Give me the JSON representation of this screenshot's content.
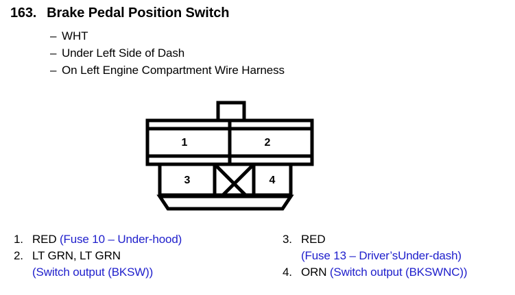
{
  "header": {
    "number": "163.",
    "title": "Brake Pedal Position Switch",
    "bullets": [
      {
        "dash": "–",
        "text": "WHT"
      },
      {
        "dash": "–",
        "text": "Under Left Side of Dash"
      },
      {
        "dash": "–",
        "text": "On Left Engine Compartment Wire Harness"
      }
    ]
  },
  "connector": {
    "name": "4-way connector diagram",
    "top_row": [
      {
        "pin": "1"
      },
      {
        "pin": "2"
      }
    ],
    "bottom_row": [
      {
        "pin": "3"
      },
      {
        "pin": "X",
        "blank": true
      },
      {
        "pin": "4"
      }
    ]
  },
  "legend": {
    "left": [
      {
        "index": "1.",
        "lines": [
          {
            "wire": "RED",
            "note": "(Fuse 10 – Under-hood)"
          }
        ]
      },
      {
        "index": "2.",
        "lines": [
          {
            "wire": "LT GRN, LT GRN",
            "note": ""
          },
          {
            "wire": "",
            "note": "(Switch output (BKSW))"
          }
        ]
      }
    ],
    "right": [
      {
        "index": "3.",
        "lines": [
          {
            "wire": "RED",
            "note": ""
          },
          {
            "wire": "",
            "note": "(Fuse 13 – Driver’sUnder-dash)"
          }
        ]
      },
      {
        "index": "4.",
        "lines": [
          {
            "wire": "ORN",
            "note": "(Switch output (BKSWNC))"
          }
        ]
      }
    ]
  },
  "colors": {
    "ink": "#000000",
    "note_blue": "#2020cc",
    "background": "#ffffff"
  }
}
